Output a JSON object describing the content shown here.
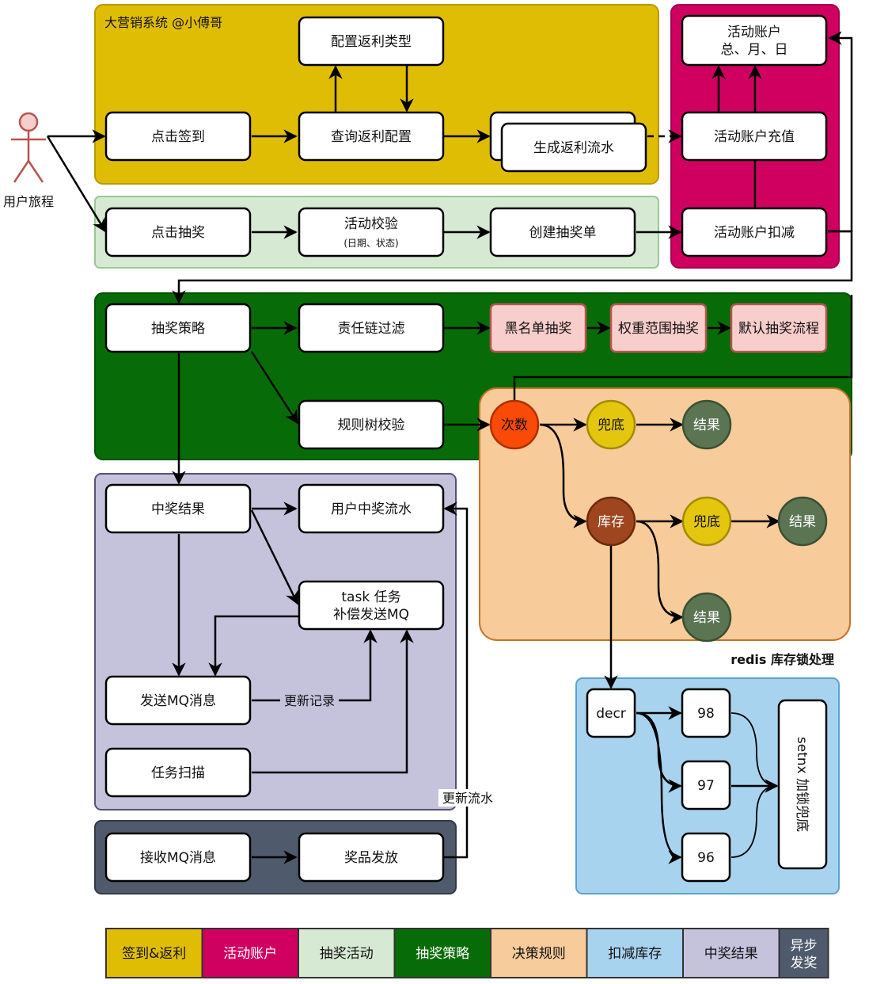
{
  "actor": {
    "label": "用户旅程"
  },
  "regions": {
    "signin": {
      "title": "大营销系统 @小傅哥",
      "color": "#dfbd05"
    },
    "account": {
      "color": "#cf0060"
    },
    "activity": {
      "color": "#d6e9d2"
    },
    "strategy": {
      "color": "#076c07"
    },
    "rules": {
      "color": "#f7cb9a"
    },
    "award": {
      "color": "#c5c2dc"
    },
    "async": {
      "color": "#4f5a6c"
    },
    "stock": {
      "title": "redis 库存锁处理",
      "color": "#a8d3ee"
    }
  },
  "nodes": {
    "click_sign": "点击签到",
    "query_rebate": "查询返利配置",
    "config_rebate": "配置返利类型",
    "gen_rebate": "生成返利流水",
    "account_total_l1": "活动账户",
    "account_total_l2": "总、月、日",
    "account_recharge": "活动账户充值",
    "click_draw": "点击抽奖",
    "activity_check_l1": "活动校验",
    "activity_check_l2": "(日期、状态)",
    "create_order": "创建抽奖单",
    "account_deduct": "活动账户扣减",
    "strategy": "抽奖策略",
    "chain_filter": "责任链过滤",
    "blacklist": "黑名单抽奖",
    "weight": "权重范围抽奖",
    "default_flow": "默认抽奖流程",
    "tree_check": "规则树校验",
    "count": "次数",
    "fallback1": "兜底",
    "result1": "结果",
    "stock": "库存",
    "fallback2": "兜底",
    "result2": "结果",
    "result3": "结果",
    "award_result": "中奖结果",
    "user_award_flow": "用户中奖流水",
    "task_l1": "task 任务",
    "task_l2": "补偿发送MQ",
    "send_mq": "发送MQ消息",
    "task_scan": "任务扫描",
    "recv_mq": "接收MQ消息",
    "award_issue": "奖品发放",
    "decr": "decr",
    "n98": "98",
    "n97": "97",
    "n96": "96",
    "setnx": "setnx 加锁兜底"
  },
  "edge_labels": {
    "update_record": "更新记录",
    "update_flow": "更新流水"
  },
  "legend": [
    {
      "label": "签到&返利",
      "color": "#dfbd05",
      "text_color": "#111111"
    },
    {
      "label": "活动账户",
      "color": "#cf0060",
      "text_color": "#ffffff"
    },
    {
      "label": "抽奖活动",
      "color": "#d6e9d2",
      "text_color": "#111111"
    },
    {
      "label": "抽奖策略",
      "color": "#076c07",
      "text_color": "#ffffff"
    },
    {
      "label": "决策规则",
      "color": "#f7cb9a",
      "text_color": "#111111"
    },
    {
      "label": "扣减库存",
      "color": "#a8d3ee",
      "text_color": "#111111"
    },
    {
      "label": "中奖结果",
      "color": "#c5c2dc",
      "text_color": "#111111"
    },
    {
      "label": "异步发奖",
      "color": "#4f5a6c",
      "text_color": "#ffffff"
    }
  ]
}
